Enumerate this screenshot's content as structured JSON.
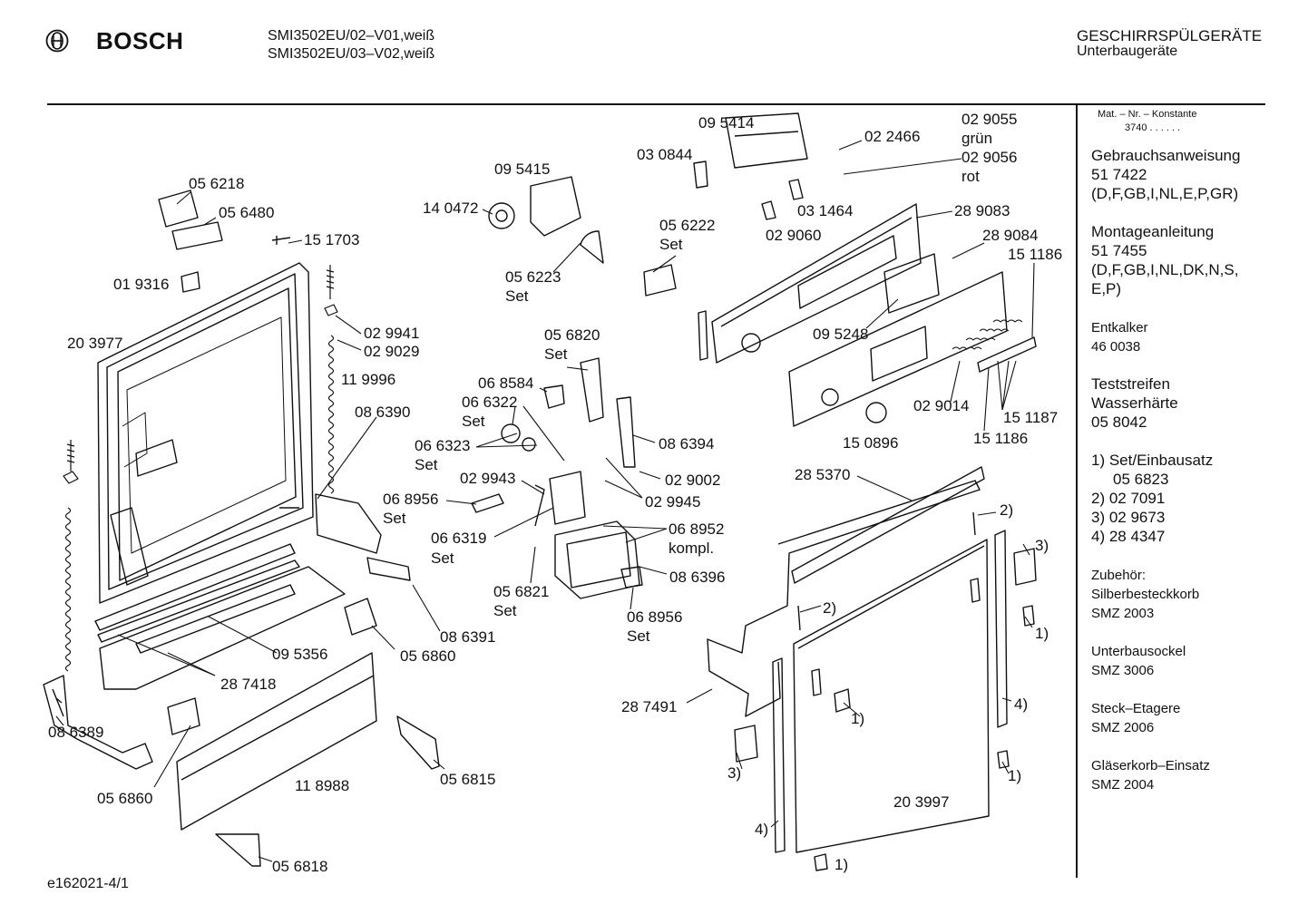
{
  "header": {
    "brand": "BOSCH",
    "models": [
      "SMI3502EU/02–V01,weiß",
      "SMI3502EU/03–V02,weiß"
    ],
    "category": "GESCHIRRSPÜLGERÄTE",
    "subcategory": "Unterbaugeräte"
  },
  "sidebar": {
    "mat_nr_label": "Mat. – Nr. – Konstante",
    "mat_nr_value": "3740 .  .  .  .  .  .",
    "manual_title": "Gebrauchsanweisung",
    "manual_nr": "51 7422",
    "manual_langs": "(D,F,GB,I,NL,E,P,GR)",
    "mount_title": "Montageanleitung",
    "mount_nr": "51 7455",
    "mount_langs_1": "(D,F,GB,I,NL,DK,N,S,",
    "mount_langs_2": "E,P)",
    "descaler_title": "Entkalker",
    "descaler_nr": "46 0038",
    "strip_title_1": "Teststreifen",
    "strip_title_2": "Wasserhärte",
    "strip_nr": "05 8042",
    "notes": [
      "1) Set/Einbausatz",
      "    05 6823",
      "2) 02 7091",
      "3) 02 9673",
      "4) 28 4347"
    ],
    "accessories_title": "Zubehör:",
    "acc1_name": "Silberbesteckkorb",
    "acc1_nr": "SMZ 2003",
    "acc2_name": "Unterbausockel",
    "acc2_nr": "SMZ 3006",
    "acc3_name": "Steck–Etagere",
    "acc3_nr": "SMZ 2006",
    "acc4_name": "Gläserkorb–Einsatz",
    "acc4_nr": "SMZ 2004"
  },
  "footer": {
    "drawing_id": "e162021-4/1"
  },
  "callouts": [
    {
      "id": "c1",
      "text": "05 6218"
    },
    {
      "id": "c2",
      "text": "05 6480"
    },
    {
      "id": "c3",
      "text": "15 1703"
    },
    {
      "id": "c4",
      "text": "01 9316"
    },
    {
      "id": "c5",
      "text": "20 3977"
    },
    {
      "id": "c6",
      "text": "02 9941"
    },
    {
      "id": "c7",
      "text": "02 9029"
    },
    {
      "id": "c8",
      "text": "11 9996"
    },
    {
      "id": "c9",
      "text": "08 6390"
    },
    {
      "id": "c10",
      "text": "14 0472"
    },
    {
      "id": "c11",
      "text": "09 5415"
    },
    {
      "id": "c12",
      "text": "05 6223"
    },
    {
      "id": "c13",
      "text": "Set"
    },
    {
      "id": "c14",
      "text": "09 5414"
    },
    {
      "id": "c15",
      "text": "03 0844"
    },
    {
      "id": "c16",
      "text": "05 6222"
    },
    {
      "id": "c17",
      "text": "Set"
    },
    {
      "id": "c18",
      "text": "02 2466"
    },
    {
      "id": "c19",
      "text": "02 9055"
    },
    {
      "id": "c20",
      "text": "grün"
    },
    {
      "id": "c21",
      "text": "02 9056"
    },
    {
      "id": "c22",
      "text": "rot"
    },
    {
      "id": "c23",
      "text": "03 1464"
    },
    {
      "id": "c24",
      "text": "02 9060"
    },
    {
      "id": "c25",
      "text": "28 9083"
    },
    {
      "id": "c26",
      "text": "28 9084"
    },
    {
      "id": "c27",
      "text": "15 1186"
    },
    {
      "id": "c28",
      "text": "09 5248"
    },
    {
      "id": "c29",
      "text": "05 6820"
    },
    {
      "id": "c30",
      "text": "Set"
    },
    {
      "id": "c31",
      "text": "06 8584"
    },
    {
      "id": "c32",
      "text": "06 6322"
    },
    {
      "id": "c33",
      "text": "Set"
    },
    {
      "id": "c34",
      "text": "06 6323"
    },
    {
      "id": "c35",
      "text": "Set"
    },
    {
      "id": "c36",
      "text": "08 6394"
    },
    {
      "id": "c37",
      "text": "02 9943"
    },
    {
      "id": "c38",
      "text": "02 9002"
    },
    {
      "id": "c39",
      "text": "02 9945"
    },
    {
      "id": "c40",
      "text": "06 8956"
    },
    {
      "id": "c41",
      "text": "Set"
    },
    {
      "id": "c42",
      "text": "06 6319"
    },
    {
      "id": "c43",
      "text": "Set"
    },
    {
      "id": "c44",
      "text": "06 8952"
    },
    {
      "id": "c45",
      "text": "kompl."
    },
    {
      "id": "c46",
      "text": "08 6396"
    },
    {
      "id": "c47",
      "text": "05 6821"
    },
    {
      "id": "c48",
      "text": "Set"
    },
    {
      "id": "c49",
      "text": "06 8956"
    },
    {
      "id": "c50",
      "text": "Set"
    },
    {
      "id": "c51",
      "text": "08 6391"
    },
    {
      "id": "c52",
      "text": "09 5356"
    },
    {
      "id": "c53",
      "text": "05 6860"
    },
    {
      "id": "c54",
      "text": "28 7418"
    },
    {
      "id": "c55",
      "text": "08 6389"
    },
    {
      "id": "c56",
      "text": "05 6860"
    },
    {
      "id": "c57",
      "text": "11 8988"
    },
    {
      "id": "c58",
      "text": "05 6815"
    },
    {
      "id": "c59",
      "text": "05 6818"
    },
    {
      "id": "c60",
      "text": "02 9014"
    },
    {
      "id": "c61",
      "text": "15 0896"
    },
    {
      "id": "c62",
      "text": "15 1187"
    },
    {
      "id": "c63",
      "text": "15 1186"
    },
    {
      "id": "c64",
      "text": "28 5370"
    },
    {
      "id": "c65",
      "text": "2)"
    },
    {
      "id": "c66",
      "text": "3)"
    },
    {
      "id": "c67",
      "text": "2)"
    },
    {
      "id": "c68",
      "text": "1)"
    },
    {
      "id": "c69",
      "text": "28 7491"
    },
    {
      "id": "c70",
      "text": "4)"
    },
    {
      "id": "c71",
      "text": "1)"
    },
    {
      "id": "c72",
      "text": "3)"
    },
    {
      "id": "c73",
      "text": "1)"
    },
    {
      "id": "c74",
      "text": "20 3997"
    },
    {
      "id": "c75",
      "text": "4)"
    },
    {
      "id": "c76",
      "text": "1)"
    }
  ]
}
